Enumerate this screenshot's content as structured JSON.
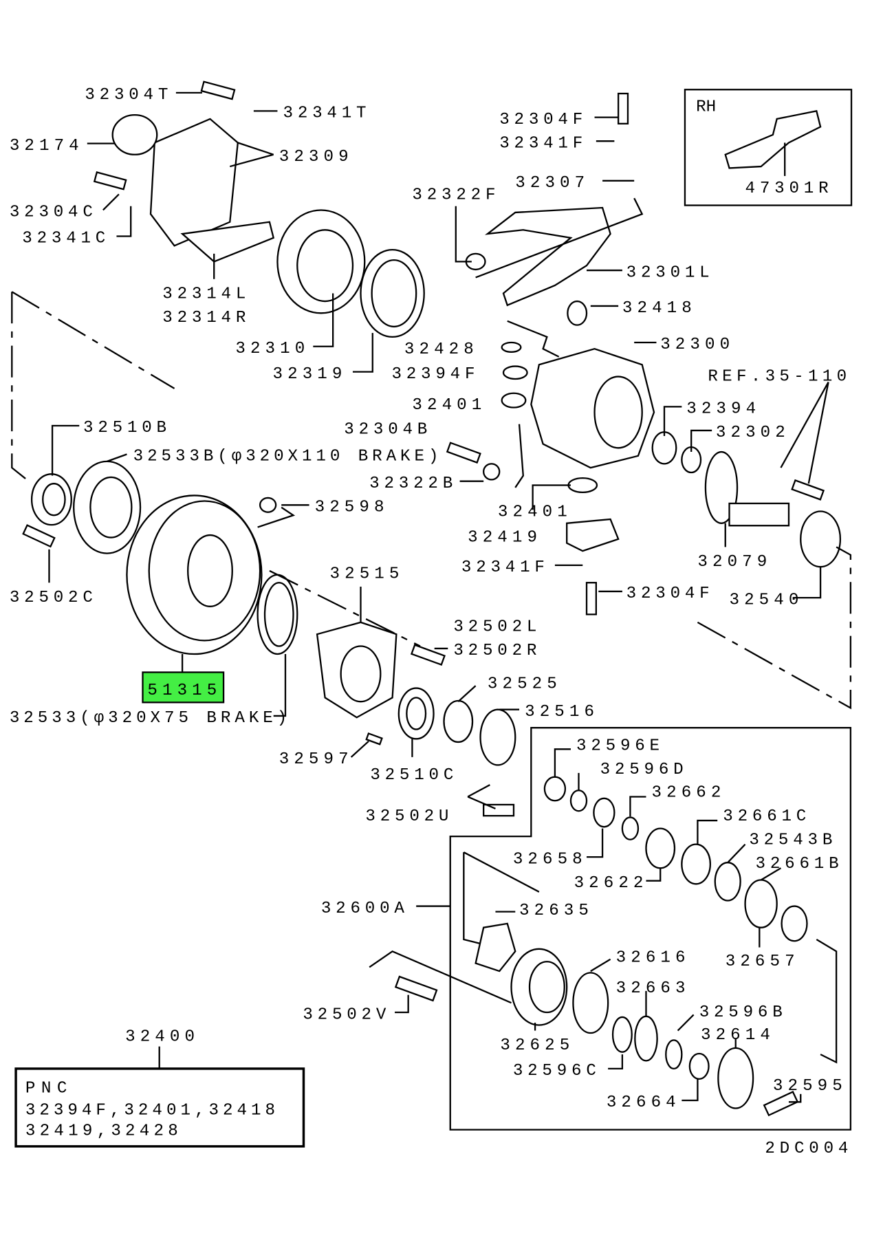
{
  "diagram_id": "2DC004",
  "highlight_color": "#44ee44",
  "highlighted_part": "51315",
  "inset_rh": {
    "title": "RH",
    "part": "47301R"
  },
  "pnc_box": {
    "parent": "32400",
    "title": "PNC",
    "line1": "32394F,32401,32418",
    "line2": "32419,32428"
  },
  "kit_label": "32600A",
  "labels": [
    "32304T",
    "32341T",
    "32174",
    "32309",
    "32304C",
    "32341C",
    "32314L",
    "32314R",
    "32310",
    "32319",
    "32304F",
    "32341F",
    "32307",
    "32322F",
    "32301L",
    "32418",
    "32428",
    "32300",
    "32394F",
    "REF.35-110",
    "32401",
    "32394",
    "32510B",
    "32304B",
    "32302",
    "32533B(φ320X110 BRAKE)",
    "32322B",
    "32598",
    "32401",
    "32419",
    "32079",
    "32341F",
    "32515",
    "32304F",
    "32502C",
    "32540",
    "32502L",
    "32502R",
    "32525",
    "32533(φ320X75 BRAKE)",
    "32516",
    "32596E",
    "32597",
    "32596D",
    "32510C",
    "32662",
    "32502U",
    "32661C",
    "32543B",
    "32658",
    "32661B",
    "32622",
    "32635",
    "32616",
    "32657",
    "32663",
    "32502V",
    "32596B",
    "32614",
    "32625",
    "32596C",
    "32595",
    "32664"
  ]
}
